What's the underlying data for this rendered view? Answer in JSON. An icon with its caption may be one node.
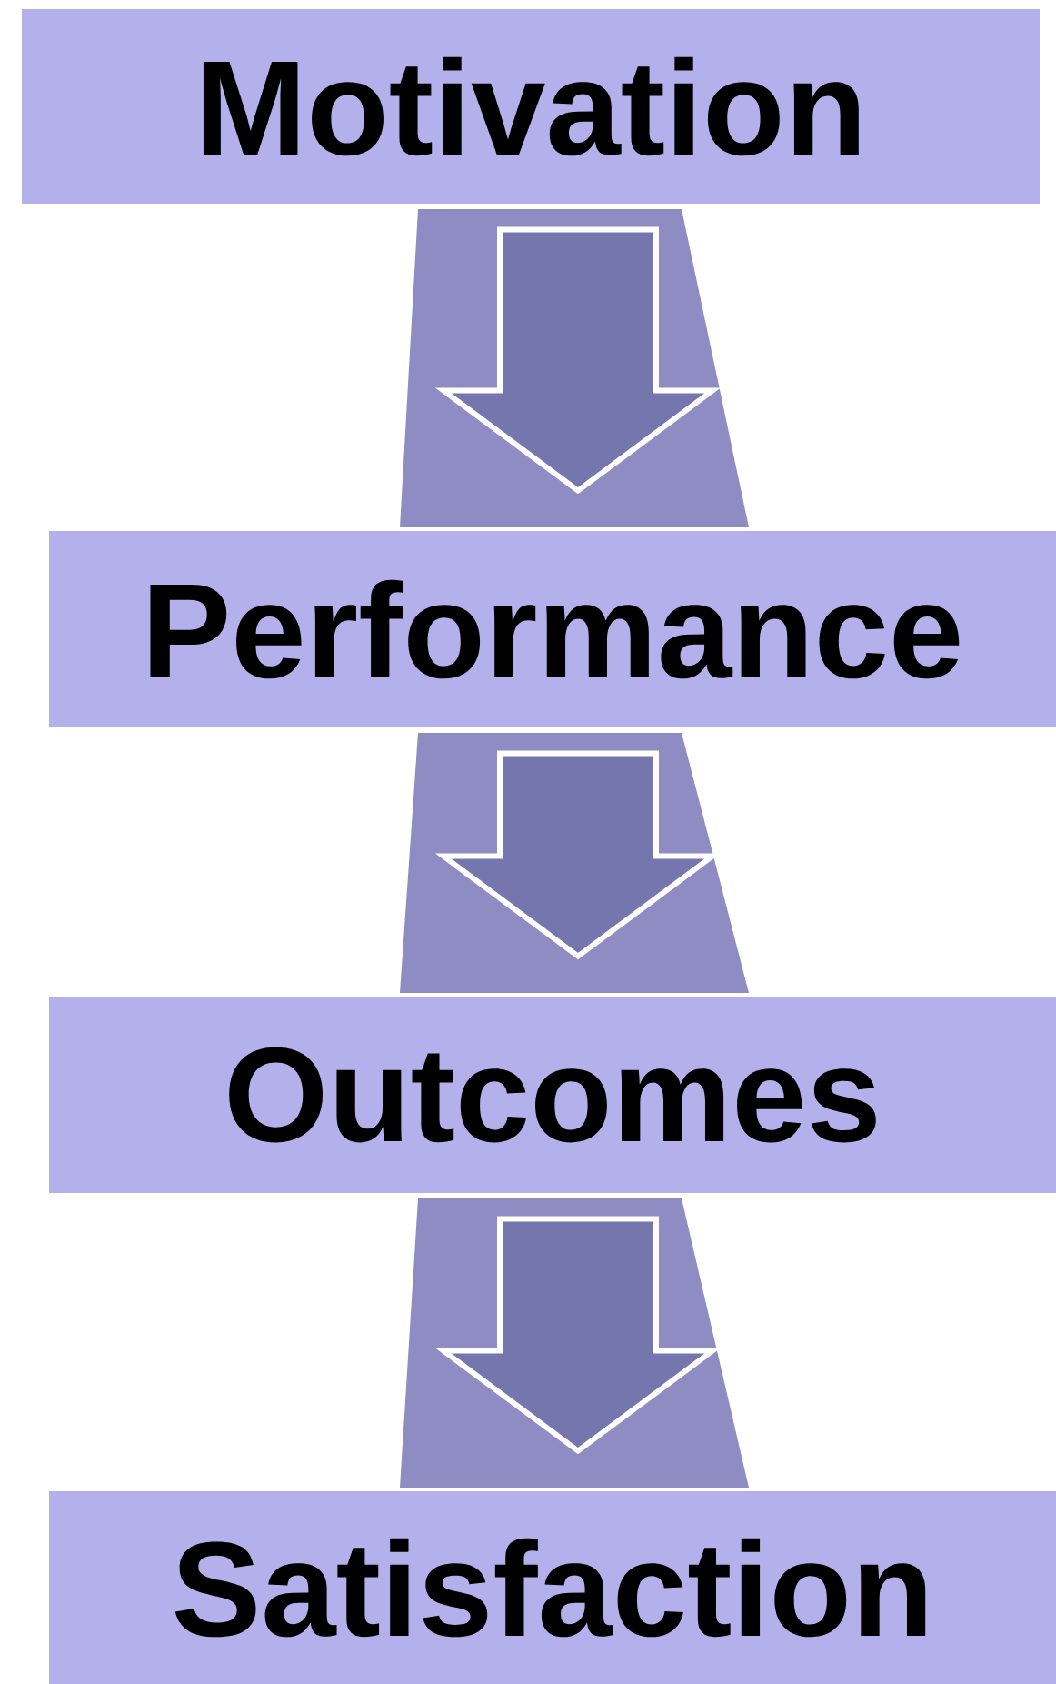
{
  "diagram": {
    "nodes": [
      {
        "text": [
          "Motivation"
        ]
      },
      {
        "text": [
          "Performance"
        ]
      },
      {
        "text": [
          "Outcomes"
        ]
      },
      {
        "text": [
          "Satisfaction"
        ]
      }
    ],
    "edges": [
      {
        "from": 0,
        "to": 1,
        "arrow": "to"
      },
      {
        "from": 1,
        "to": 2,
        "arrow": "to"
      },
      {
        "from": 2,
        "to": 3,
        "arrow": "to"
      }
    ]
  }
}
